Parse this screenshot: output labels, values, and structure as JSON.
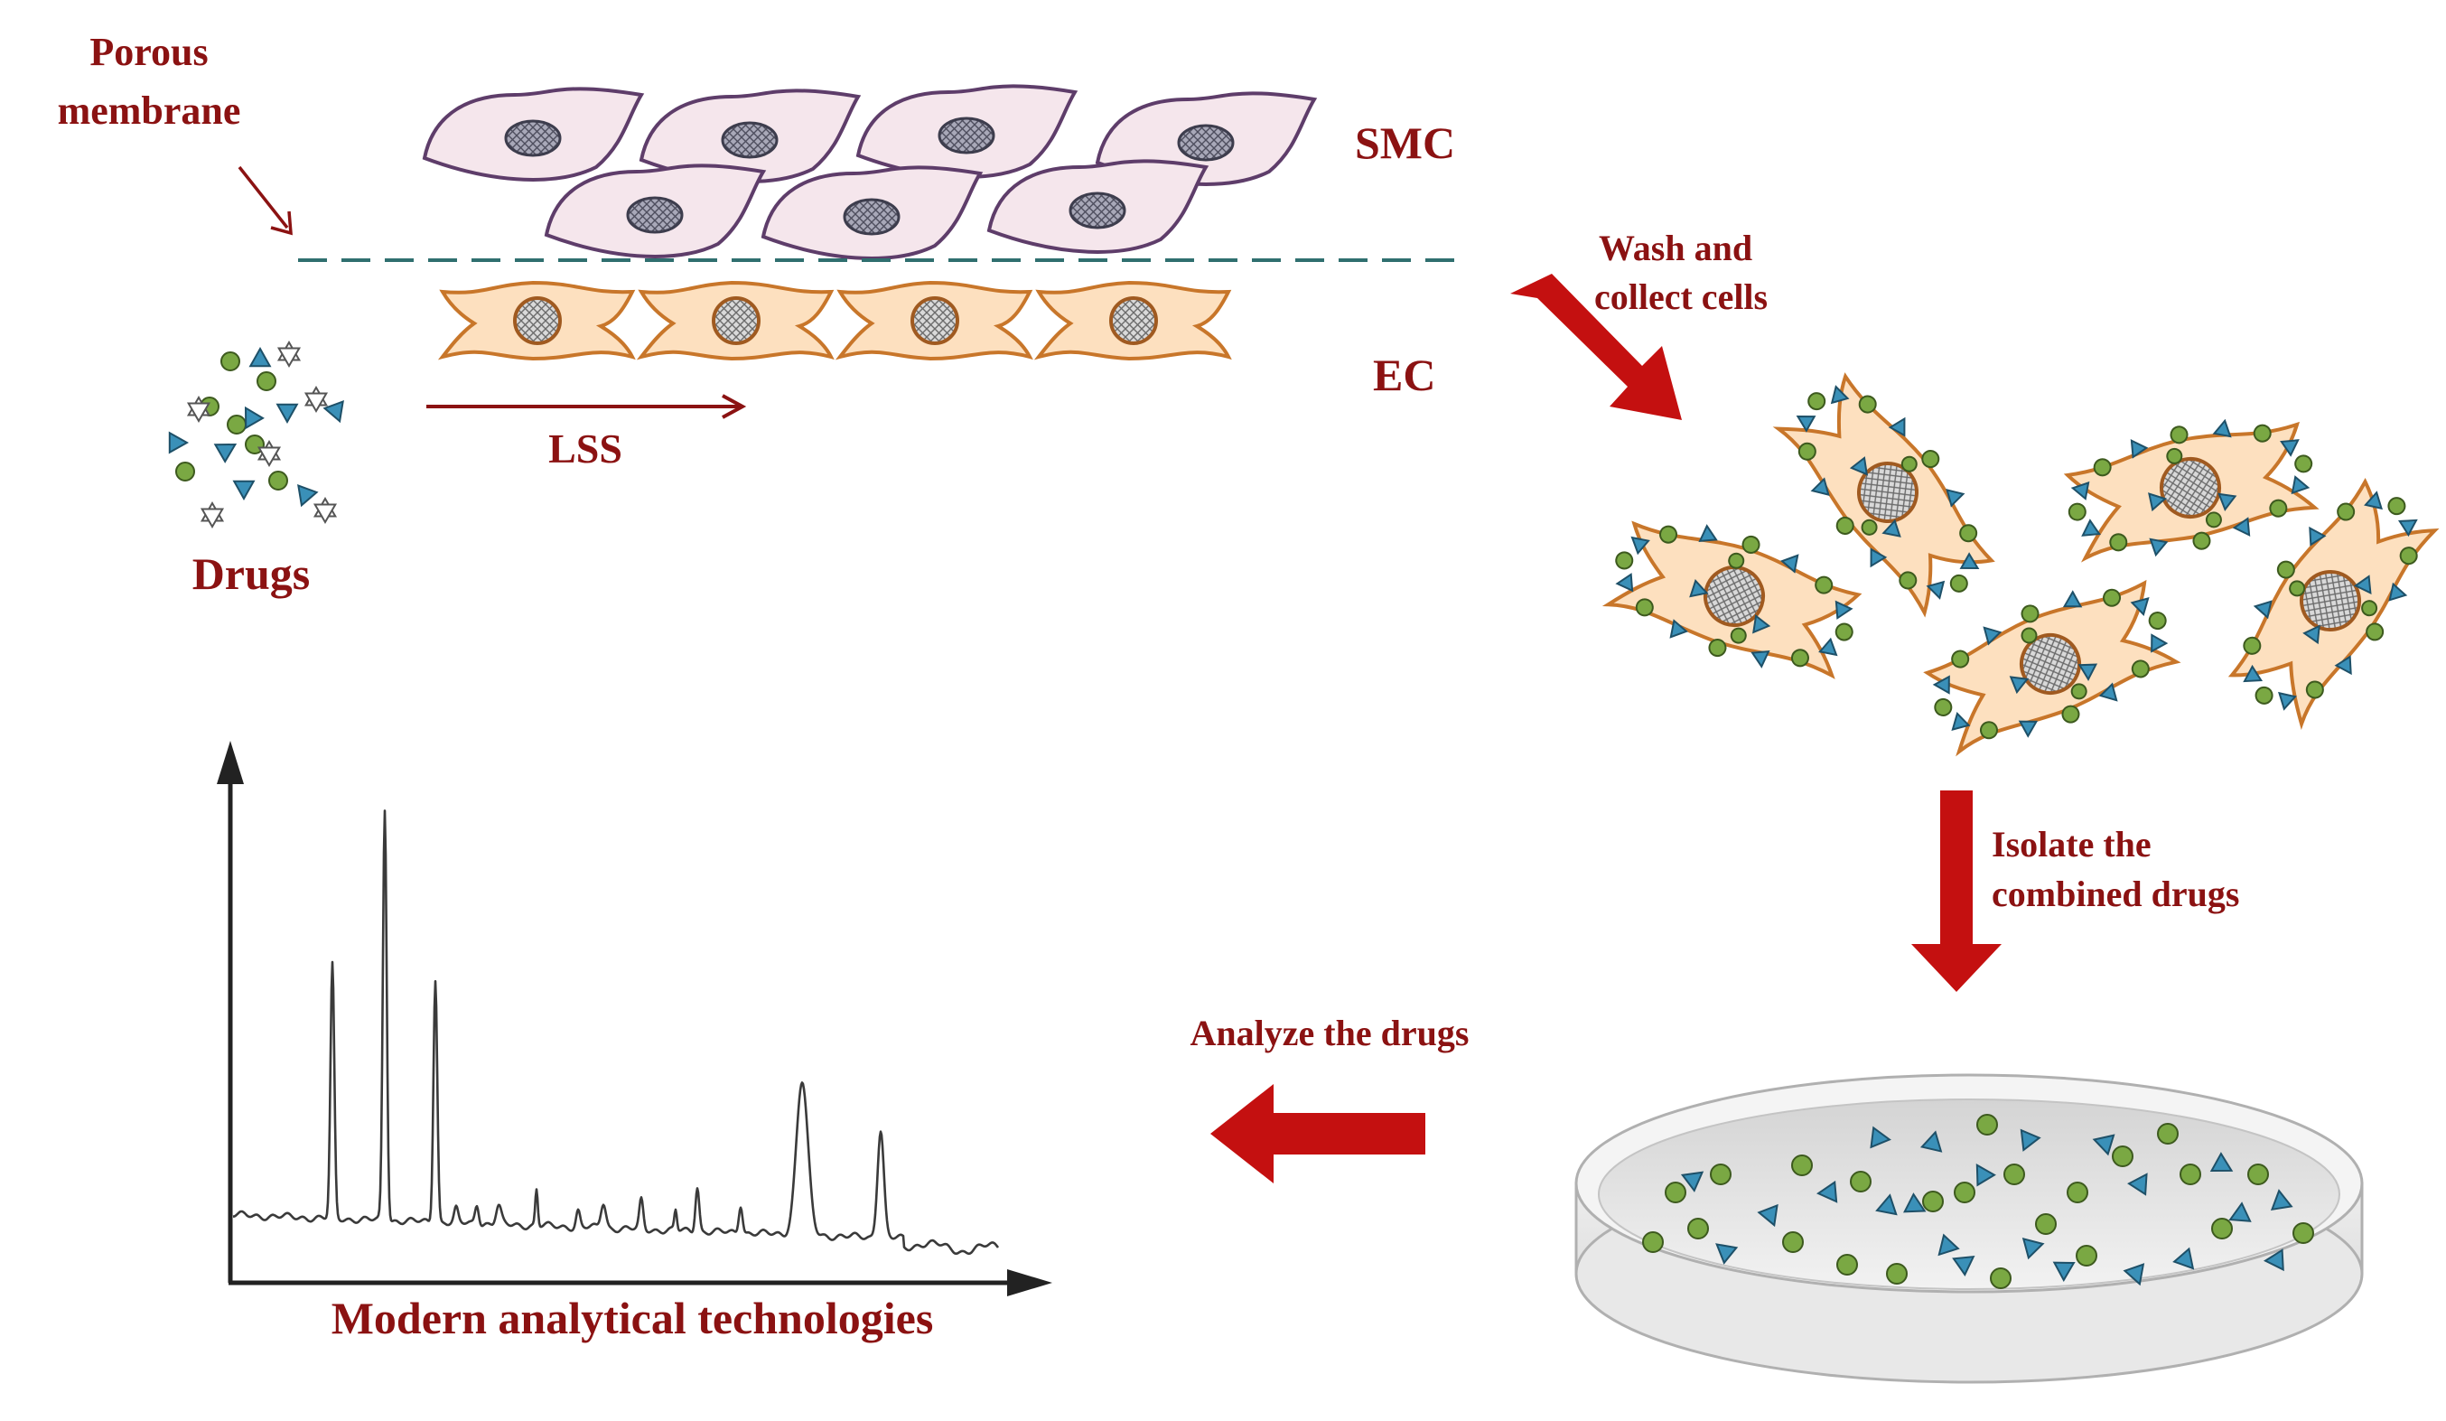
{
  "labels": {
    "porous_membrane_line1": "Porous",
    "porous_membrane_line2": "membrane",
    "smc": "SMC",
    "ec": "EC",
    "lss": "LSS",
    "drugs": "Drugs",
    "wash_line1": "Wash and",
    "wash_line2": "collect cells",
    "isolate_line1": "Isolate the",
    "isolate_line2": "combined drugs",
    "analyze": "Analyze the drugs",
    "modern": "Modern analytical technologies"
  },
  "colors": {
    "label_red": "#8b1212",
    "arrow_red": "#c41010",
    "smc_fill": "#f5e6ec",
    "smc_stroke": "#5e3d6a",
    "ec_fill": "#fde0bf",
    "ec_stroke": "#c8762a",
    "membrane_dash": "#2f6f6f",
    "drug_green": "#7aa843",
    "drug_blue": "#3a90b8",
    "dish_fill": "#e6e6e6"
  },
  "icons": {
    "drug_circle": "green-circle-icon",
    "drug_triangle": "blue-triangle-icon",
    "drug_star": "hexagram-star-icon"
  }
}
